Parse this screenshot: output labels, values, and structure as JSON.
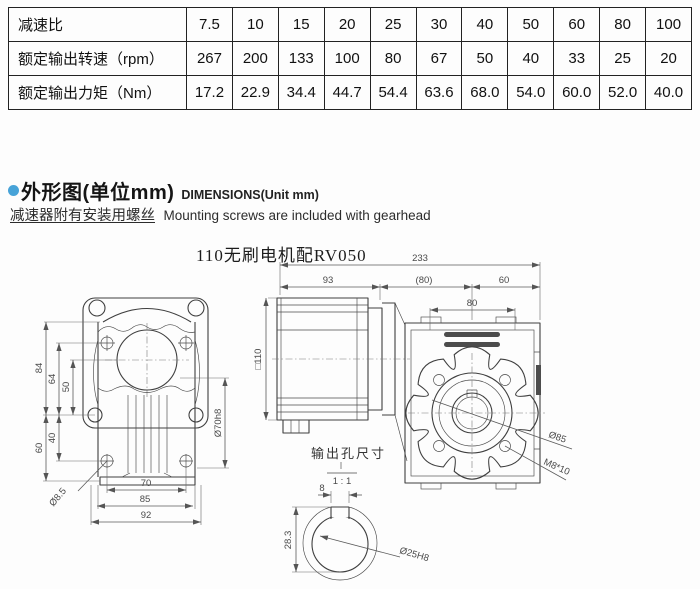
{
  "table": {
    "rows": [
      {
        "label": "减速比",
        "values": [
          "7.5",
          "10",
          "15",
          "20",
          "25",
          "30",
          "40",
          "50",
          "60",
          "80",
          "100"
        ]
      },
      {
        "label": "额定输出转速（rpm）",
        "values": [
          "267",
          "200",
          "133",
          "100",
          "80",
          "67",
          "50",
          "40",
          "33",
          "25",
          "20"
        ]
      },
      {
        "label": "额定输出力矩（Nm）",
        "values": [
          "17.2",
          "22.9",
          "34.4",
          "44.7",
          "54.4",
          "63.6",
          "68.0",
          "54.0",
          "60.0",
          "52.0",
          "40.0"
        ]
      }
    ]
  },
  "section": {
    "bullet_color": "#47a3d8",
    "title_zh": "外形图(单位mm)",
    "title_en": "DIMENSIONS(Unit mm)",
    "subtitle_zh": "减速器附有安装用螺丝",
    "subtitle_en": "Mounting screws are included with gearhead"
  },
  "drawing": {
    "title": "110无刷电机配RV050",
    "front": {
      "v84": "84",
      "v64": "64",
      "v50": "50",
      "v40": "40",
      "v60": "60",
      "hole_dia": "Ø8.5",
      "boss_dia": "Ø70h8",
      "w70": "70",
      "w85": "85",
      "w92": "92"
    },
    "side": {
      "len_total": "233",
      "len_motor": "93",
      "len_mid": "(80)",
      "len_out": "60",
      "frame": "□110"
    },
    "output": {
      "w80": "80",
      "flange_dia": "Ø85",
      "screw": "M8*10"
    },
    "detail": {
      "label": "输出孔尺寸",
      "scale": "1 : 1",
      "key_w": "8",
      "depth": "28.3",
      "bore": "Ø25H8"
    }
  }
}
